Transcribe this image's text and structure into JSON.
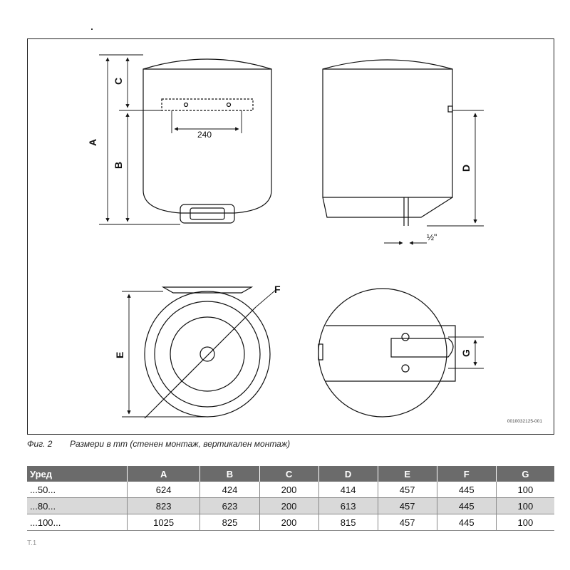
{
  "figure": {
    "labels": {
      "A": "A",
      "B": "B",
      "C": "C",
      "D": "D",
      "E": "E",
      "F": "F",
      "G": "G",
      "dim_240": "240",
      "pipe": "½\""
    },
    "image_id": "0010032125-001"
  },
  "caption": {
    "number": "Фиг. 2",
    "text": "Размери в mm (стенен монтаж, вертикален монтаж)"
  },
  "table": {
    "headers": [
      "Уред",
      "A",
      "B",
      "C",
      "D",
      "E",
      "F",
      "G"
    ],
    "rows": [
      [
        "...50...",
        "624",
        "424",
        "200",
        "414",
        "457",
        "445",
        "100"
      ],
      [
        "...80...",
        "823",
        "623",
        "200",
        "613",
        "457",
        "445",
        "100"
      ],
      [
        "...100...",
        "1025",
        "825",
        "200",
        "815",
        "457",
        "445",
        "100"
      ]
    ]
  },
  "trailing_text": "Т.1"
}
